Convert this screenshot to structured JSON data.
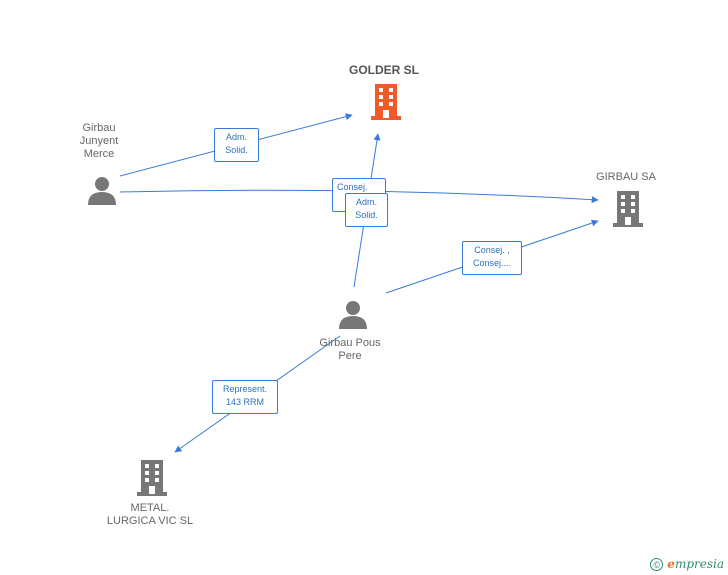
{
  "nodes": {
    "golder": {
      "label": "GOLDER SL",
      "color": "#f05a28",
      "type": "company"
    },
    "girbau_sa": {
      "label": "GIRBAU SA",
      "color": "#777777",
      "type": "company"
    },
    "metal": {
      "label": "METAL.\nLURGICA VIC SL",
      "color": "#777777",
      "type": "company"
    },
    "junyent": {
      "label": "Girbau\nJunyent\nMerce",
      "color": "#777777",
      "type": "person"
    },
    "pous": {
      "label": "Girbau Pous\nPere",
      "color": "#777777",
      "type": "person"
    }
  },
  "edges": {
    "e1": "Adm.\nSolid.",
    "e2": "Consej.",
    "e3": "Adm.\nSolid.",
    "e4": "Consej. ,\nConsej....",
    "e5": "Represent.\n143 RRM"
  },
  "colors": {
    "edge": "#3a7bd5",
    "footer": "#2f8f6f"
  },
  "footer": {
    "copyright_symbol": "©",
    "brand_first": "e",
    "brand_rest": "mpresia"
  }
}
